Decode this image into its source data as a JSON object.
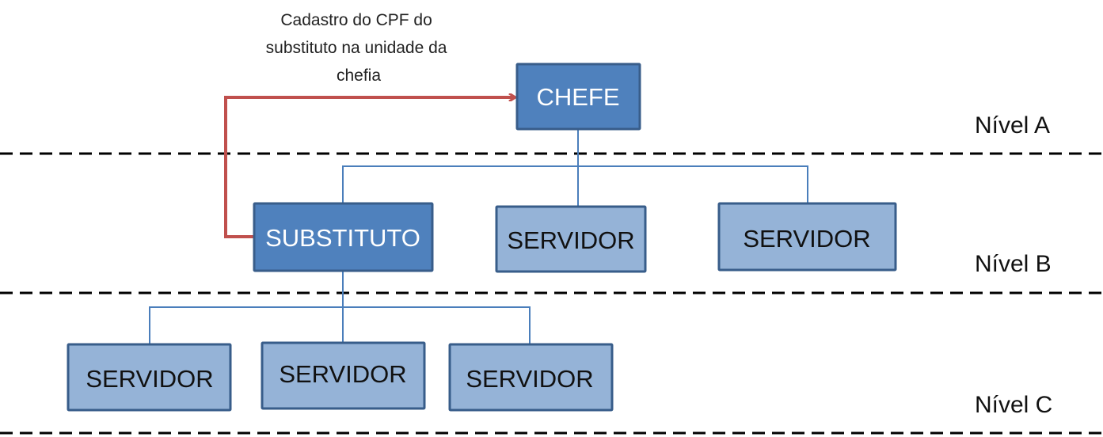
{
  "diagram": {
    "annotation": {
      "lines": [
        "Cadastro do CPF do",
        "substituto na unidade da",
        "chefia"
      ]
    },
    "colors": {
      "primary_box_fill": "#4f81bd",
      "secondary_box_fill": "#95b3d7",
      "box_border": "#385d8a",
      "connector": "#4a7ebb",
      "arrow": "#c0504d",
      "divider": "#000000"
    },
    "nodes": [
      {
        "id": "chefe",
        "label": "CHEFE",
        "level": "A",
        "style": "primary"
      },
      {
        "id": "substituto",
        "label": "SUBSTITUTO",
        "level": "B",
        "style": "primary",
        "parent": "chefe"
      },
      {
        "id": "servidor-b1",
        "label": "SERVIDOR",
        "level": "B",
        "style": "secondary",
        "parent": "chefe"
      },
      {
        "id": "servidor-b2",
        "label": "SERVIDOR",
        "level": "B",
        "style": "secondary",
        "parent": "chefe"
      },
      {
        "id": "servidor-c1",
        "label": "SERVIDOR",
        "level": "C",
        "style": "secondary",
        "parent": "substituto"
      },
      {
        "id": "servidor-c2",
        "label": "SERVIDOR",
        "level": "C",
        "style": "secondary",
        "parent": "substituto"
      },
      {
        "id": "servidor-c3",
        "label": "SERVIDOR",
        "level": "C",
        "style": "secondary",
        "parent": "substituto"
      }
    ],
    "levels": [
      {
        "label": "Nível A"
      },
      {
        "label": "Nível B"
      },
      {
        "label": "Nível C"
      }
    ],
    "arrow": {
      "from": "substituto",
      "to": "chefe"
    }
  }
}
